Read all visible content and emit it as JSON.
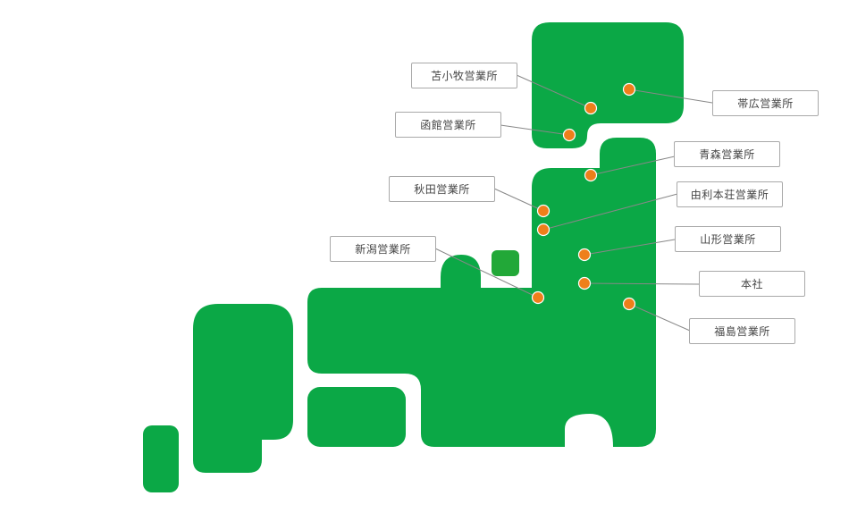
{
  "map": {
    "land_color": "#0ba846",
    "marker_color": "#ee7f1a"
  },
  "offices": [
    {
      "id": "tomakomai",
      "name": "苫小牧営業所"
    },
    {
      "id": "obihiro",
      "name": "帯広営業所"
    },
    {
      "id": "hakodate",
      "name": "函館営業所"
    },
    {
      "id": "aomori",
      "name": "青森営業所"
    },
    {
      "id": "akita",
      "name": "秋田営業所"
    },
    {
      "id": "yurihonjo",
      "name": "由利本荘営業所"
    },
    {
      "id": "yamagata",
      "name": "山形営業所"
    },
    {
      "id": "niigata",
      "name": "新潟営業所"
    },
    {
      "id": "honsha",
      "name": "本社"
    },
    {
      "id": "fukushima",
      "name": "福島営業所"
    }
  ]
}
